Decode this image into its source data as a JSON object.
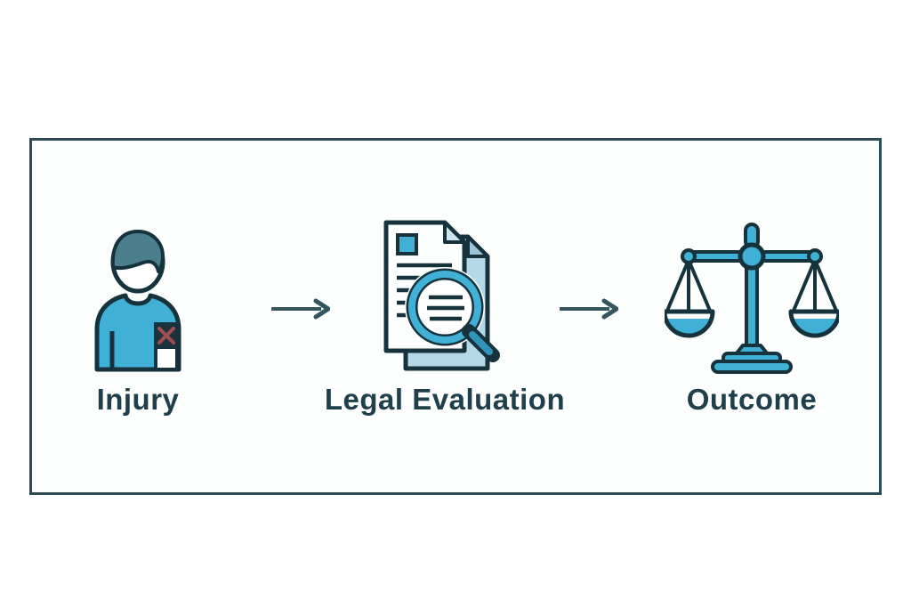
{
  "diagram": {
    "type": "process-flow",
    "steps": [
      {
        "label": "Injury",
        "icon": "injured-person-icon"
      },
      {
        "label": "Legal Evaluation",
        "icon": "document-magnifier-icon"
      },
      {
        "label": "Outcome",
        "icon": "scales-of-justice-icon"
      }
    ],
    "connectors": [
      {
        "icon": "arrow-right-icon"
      },
      {
        "icon": "arrow-right-icon"
      }
    ],
    "colors": {
      "accent_teal": "#41b0d6",
      "outline_dark": "#16323c",
      "hair_teal": "#4b7f8d",
      "paper_back": "#b5d8e6",
      "paper_fold": "#cfe4ed",
      "magnifier_handle": "#2f93ba",
      "wound_dark": "#20313a",
      "wound_red": "#a04e52",
      "label_text": "#1f404b",
      "arrow": "#35565f",
      "frame_border": "#2c4b54",
      "background": "#ffffff"
    }
  }
}
